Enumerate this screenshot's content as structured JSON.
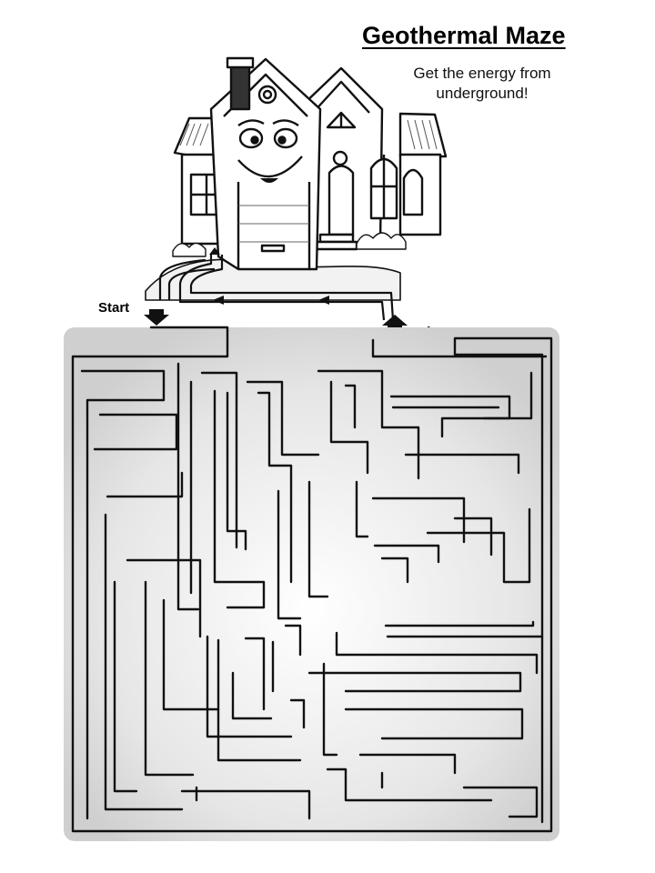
{
  "page": {
    "title": "Geothermal Maze",
    "subtitle": "Get the energy from underground!",
    "start_label": "Start",
    "end_label": "End"
  },
  "colors": {
    "ink": "#111111",
    "maze_fill": "#d8d8d8",
    "background": "#ffffff"
  },
  "icons": {
    "house": "smiling-house-illustration",
    "start_arrow": "arrow-down-icon",
    "end_arrow": "arrow-up-icon"
  }
}
